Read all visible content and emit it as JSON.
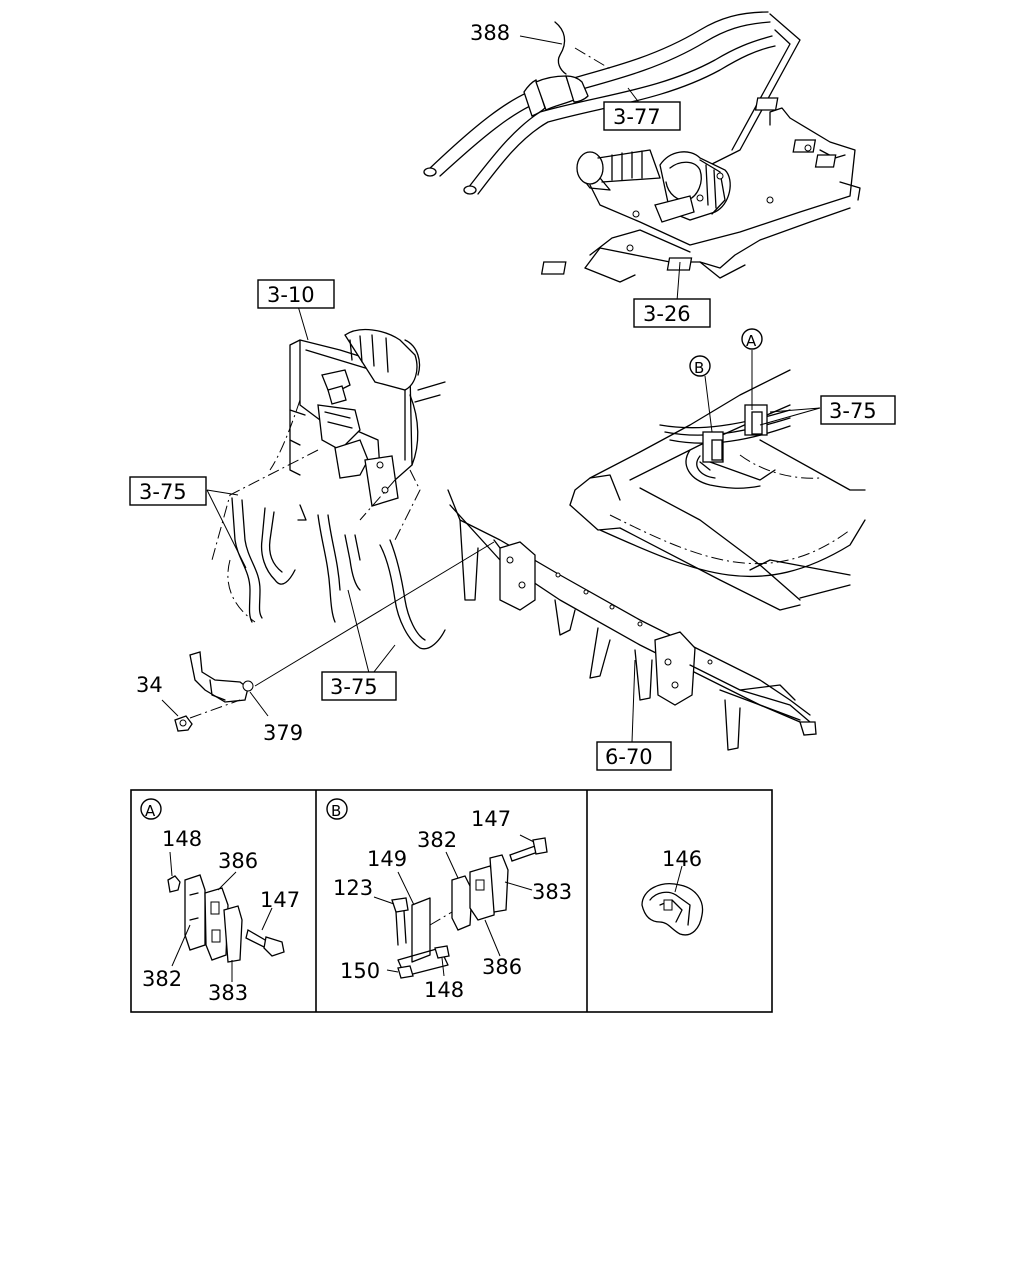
{
  "labels": {
    "l_388": "388",
    "l_3_77": "3-77",
    "l_3_26": "3-26",
    "l_3_10": "3-10",
    "l_3_75_right": "3-75",
    "l_3_75_left": "3-75",
    "l_3_75_bottom": "3-75",
    "l_34": "34",
    "l_379": "379",
    "l_6_70": "6-70",
    "callout_a": "A",
    "callout_b": "B"
  },
  "detail_a": {
    "marker": "A",
    "l_148": "148",
    "l_386": "386",
    "l_147": "147",
    "l_382": "382",
    "l_383": "383"
  },
  "detail_b": {
    "marker": "B",
    "l_147": "147",
    "l_382": "382",
    "l_149": "149",
    "l_123": "123",
    "l_383": "383",
    "l_386": "386",
    "l_150": "150",
    "l_148": "148"
  },
  "detail_c": {
    "l_146": "146"
  }
}
